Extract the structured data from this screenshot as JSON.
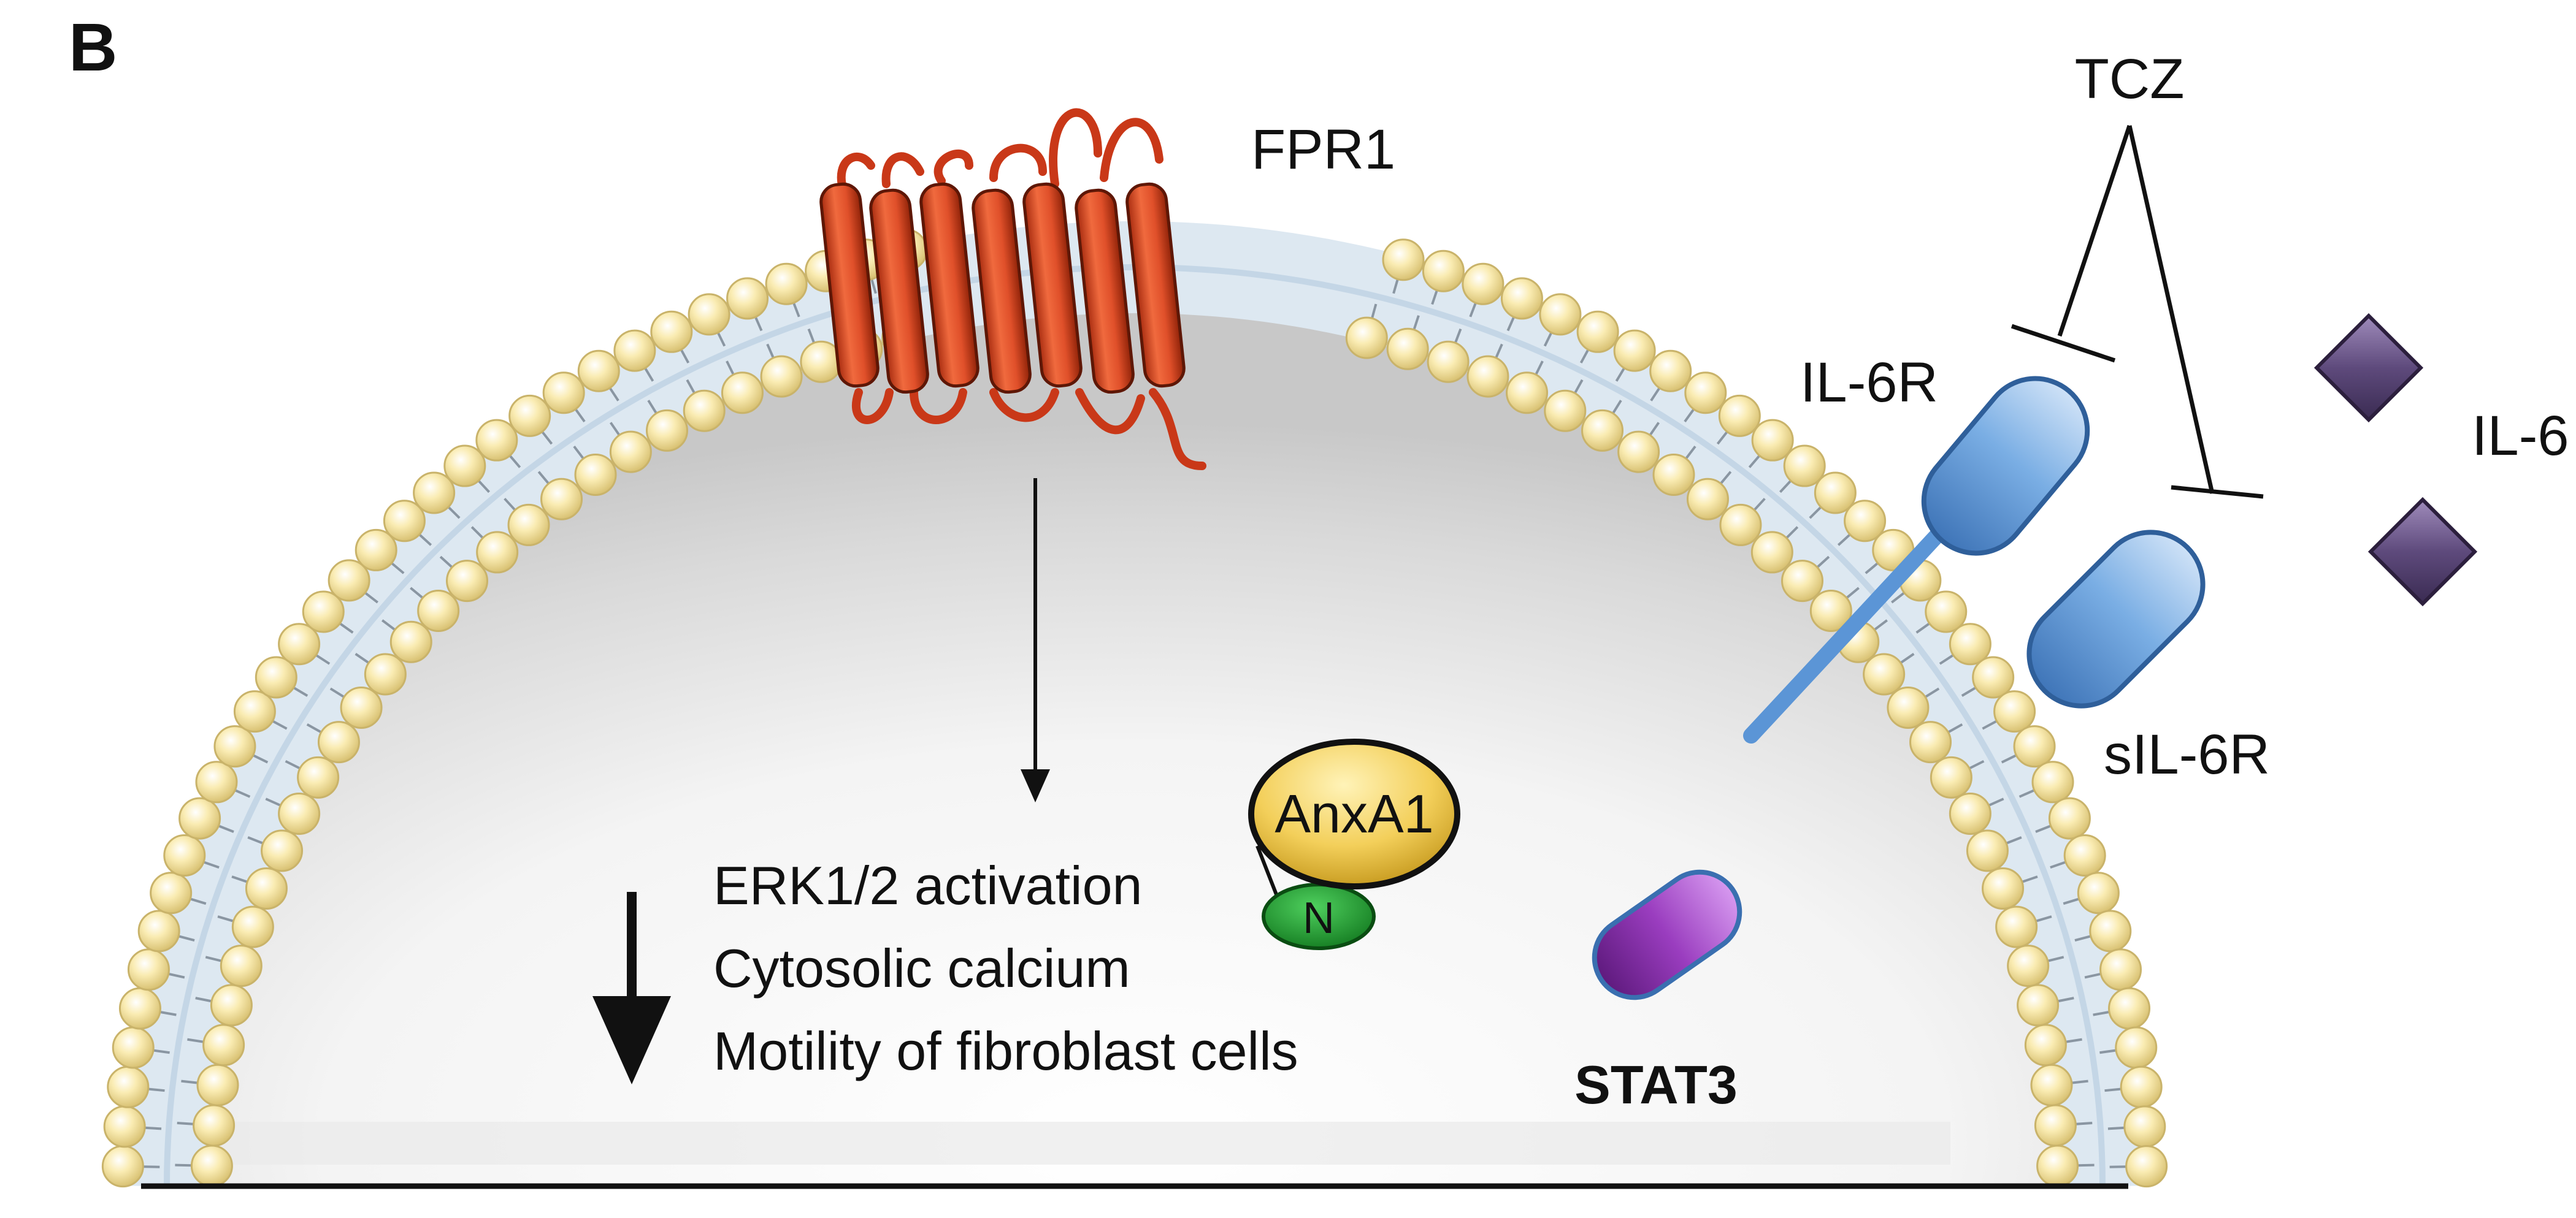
{
  "panel_label": "B",
  "labels": {
    "fpr1": "FPR1",
    "tcz": "TCZ",
    "il6r": "IL-6R",
    "il6": "IL-6",
    "sil6r": "sIL-6R",
    "anxa1": "AnxA1",
    "n_terminus": "N",
    "stat3": "STAT3"
  },
  "effects": [
    "ERK1/2 activation",
    "Cytosolic calcium",
    "Motility of fibroblast cells"
  ],
  "colors": {
    "receptor_red": "#d8461f",
    "lipid_head": "#f7e6a0",
    "membrane_band": "#dfe9f1",
    "receptor_blue": "#6fa4dd",
    "anxa1_gold": "#f3cf5a",
    "n_green": "#1f9a2e",
    "stat3_purple": "#8a2fa8",
    "il6_purple": "#5e4a7c"
  }
}
